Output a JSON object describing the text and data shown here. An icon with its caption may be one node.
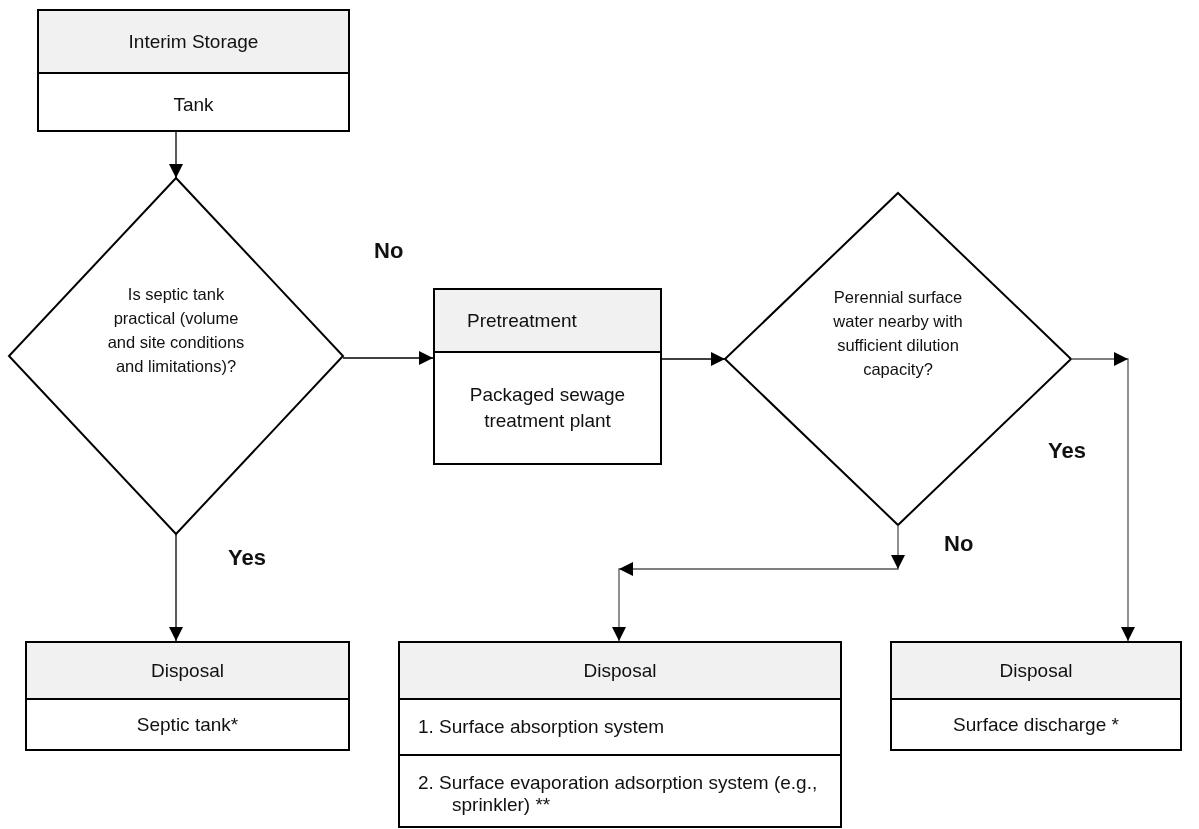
{
  "diagram": {
    "nodes": [
      {
        "text": [
          "Interim Storage",
          "Tank"
        ]
      },
      {
        "text": [
          "Is septic tank practical (volume and site conditions and limitations)?"
        ]
      },
      {
        "text": [
          "Pretreatment",
          "Packaged sewage treatment plant"
        ]
      },
      {
        "text": [
          "Perennial surface water nearby with sufficient dilution capacity?"
        ]
      },
      {
        "text": [
          "Disposal",
          "Septic tank*"
        ]
      },
      {
        "text": [
          "Disposal",
          "1. Surface absorption system",
          "2. Surface evaporation adsorption system (e.g., sprinkler) **"
        ]
      },
      {
        "text": [
          "Disposal",
          "Surface discharge *"
        ]
      }
    ],
    "edges": [
      {
        "from": 0,
        "to": 1,
        "arrow": "to"
      },
      {
        "from": 1,
        "to": 2,
        "arrow": "to",
        "label": "No"
      },
      {
        "from": 1,
        "to": 4,
        "arrow": "to",
        "label": "Yes"
      },
      {
        "from": 2,
        "to": 3,
        "arrow": "to"
      },
      {
        "from": 3,
        "to": 5,
        "arrow": "to",
        "label": "No"
      },
      {
        "from": 3,
        "to": 6,
        "arrow": "to",
        "label": "Yes"
      }
    ]
  }
}
